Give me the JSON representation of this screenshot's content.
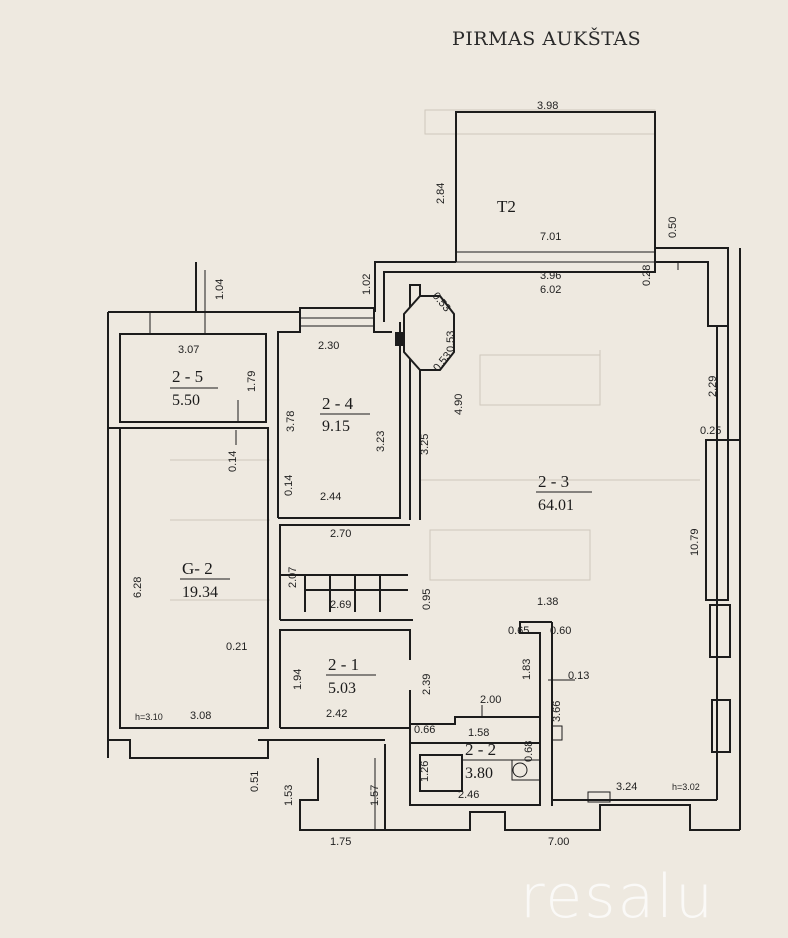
{
  "title": "PIRMAS AUKŠTAS",
  "watermark": "resalu",
  "terrace": {
    "id": "T2"
  },
  "rooms": [
    {
      "id": "2 - 5",
      "area": "5.50"
    },
    {
      "id": "2 - 4",
      "area": "9.15"
    },
    {
      "id": "2 - 3",
      "area": "64.01"
    },
    {
      "id": "G- 2",
      "area": "19.34"
    },
    {
      "id": "2 - 1",
      "area": "5.03"
    },
    {
      "id": "2 - 2",
      "area": "3.80"
    }
  ],
  "dimensions": {
    "d398": "3.98",
    "d284": "2.84",
    "d050": "0.50",
    "d701": "7.01",
    "d028": "0.28",
    "d396": "3.96",
    "d602": "6.02",
    "d104": "1.04",
    "d102": "1.02",
    "d307": "3.07",
    "d179": "1.79",
    "d230": "2.30",
    "d053a": "0.53",
    "d053b": "0.53",
    "d053c": "0.53",
    "d490": "4.90",
    "d378": "3.78",
    "d323": "3.23",
    "d325": "3.25",
    "d229": "2.29",
    "d025": "0.25",
    "d014a": "0.14",
    "d014b": "0.14",
    "d244": "2.44",
    "d270": "2.70",
    "d1079": "10.79",
    "d628": "6.28",
    "d207": "2.07",
    "d269": "2.69",
    "d095": "0.95",
    "d138": "1.38",
    "d065": "0.65",
    "d060": "0.60",
    "d021": "0.21",
    "d194": "1.94",
    "d239": "2.39",
    "d183": "1.83",
    "d013": "0.13",
    "d366": "3.66",
    "d200": "2.00",
    "d310": "h=3.10",
    "d308": "3.08",
    "d242": "2.42",
    "d066": "0.66",
    "d158": "1.58",
    "d068": "0.68",
    "d126": "1.26",
    "d246": "2.46",
    "d324": "3.24",
    "d302": "h=3.02",
    "d051": "0.51",
    "d153": "1.53",
    "d157": "1.57",
    "d175": "1.75",
    "d700": "7.00"
  },
  "colors": {
    "paper": "#eee9e0",
    "line": "#1c1c1c",
    "ghost": "#c9c2b6"
  }
}
